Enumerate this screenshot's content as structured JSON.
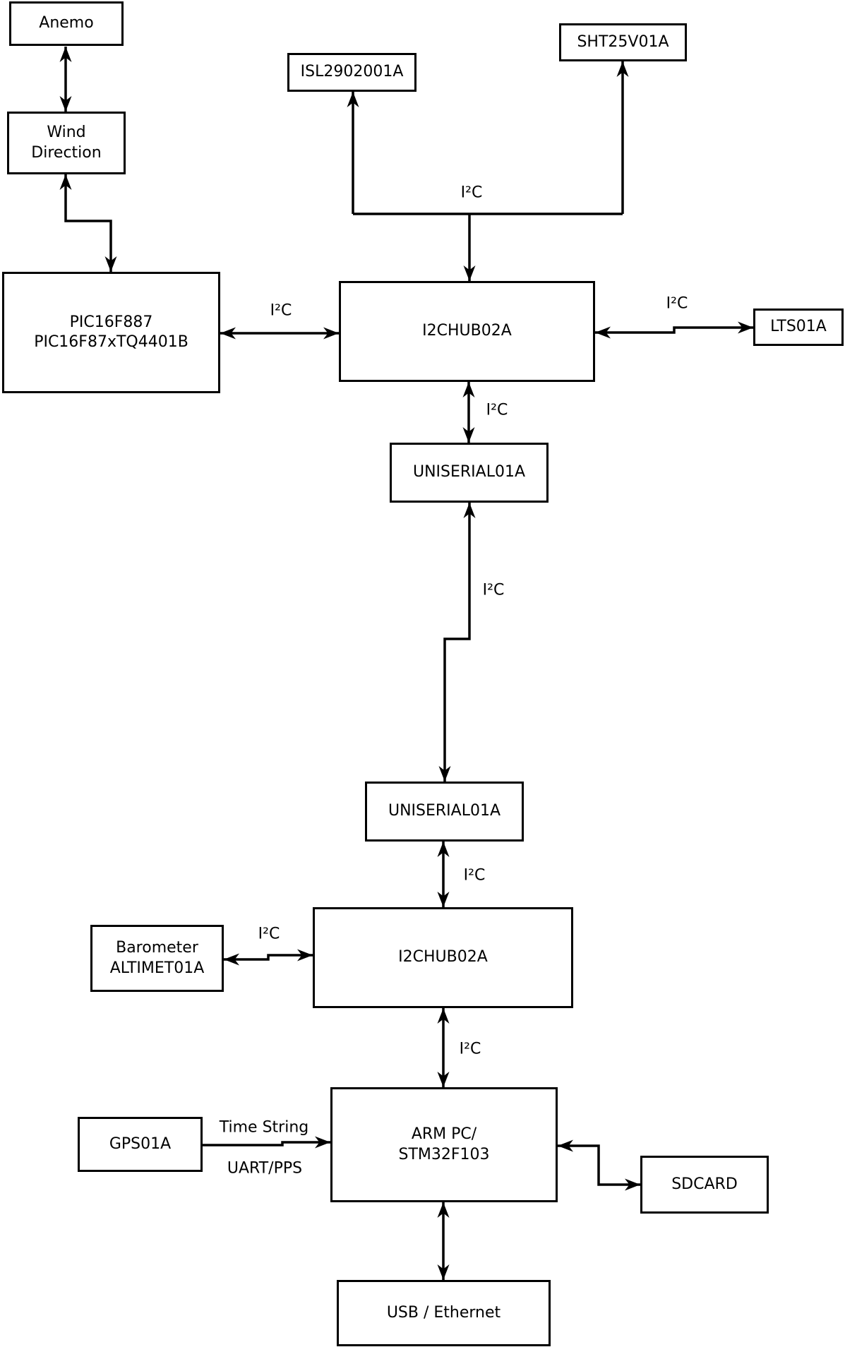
{
  "diagram": {
    "background_color": "#ffffff",
    "line_color": "#000000",
    "box_fill_color": "#ffffff",
    "text_color": "#000000",
    "nodes": {
      "anemo": {
        "label": "Anemo"
      },
      "wind_direction": {
        "line1": "Wind",
        "line2": "Direction"
      },
      "pic": {
        "line1": "PIC16F887",
        "line2": "PIC16F87xTQ4401B"
      },
      "isl": {
        "label": "ISL2902001A"
      },
      "sht": {
        "label": "SHT25V01A"
      },
      "i2chub_top": {
        "label": "I2CHUB02A"
      },
      "lts": {
        "label": "LTS01A"
      },
      "uniserial_top": {
        "label": "UNISERIAL01A"
      },
      "uniserial_bottom": {
        "label": "UNISERIAL01A"
      },
      "i2chub_bottom": {
        "label": "I2CHUB02A"
      },
      "barometer": {
        "line1": "Barometer",
        "line2": "ALTIMET01A"
      },
      "gps": {
        "label": "GPS01A"
      },
      "arm_pc": {
        "line1": "ARM PC/",
        "line2": "STM32F103"
      },
      "sdcard": {
        "label": "SDCARD"
      },
      "usb_ethernet": {
        "label": "USB / Ethernet"
      }
    },
    "edge_labels": {
      "i2c_sensor_bus": "I²C",
      "i2c_pic_hub": "I²C",
      "i2c_hub_lts": "I²C",
      "i2c_hub_uniserial": "I²C",
      "i2c_uniserial_link": "I²C",
      "i2c_uniserial_hub2": "I²C",
      "i2c_barometer_hub": "I²C",
      "i2c_hub2_arm": "I²C",
      "gps_time_string": "Time String",
      "gps_uart_pps": "UART/PPS"
    }
  }
}
